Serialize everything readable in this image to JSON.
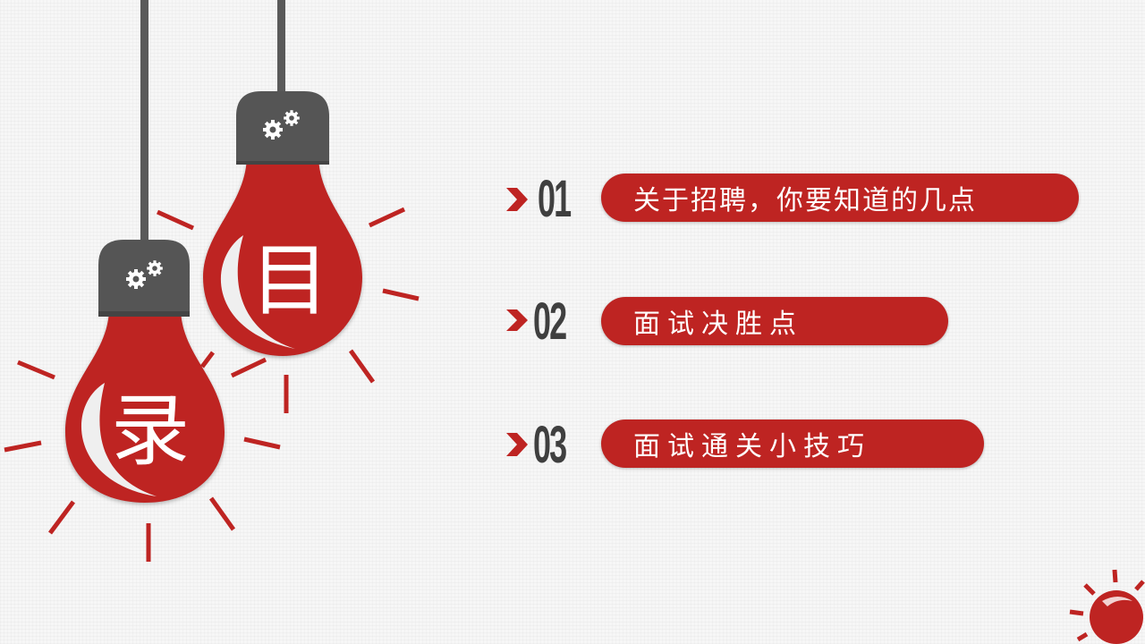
{
  "slide": {
    "title_chars": [
      "目",
      "录"
    ],
    "colors": {
      "accent": "#be2422",
      "dark": "#555555",
      "background": "#f6f6f6"
    },
    "items": [
      {
        "number": "01",
        "label": "关于招聘，你要知道的几点",
        "icon": "chevron-right-icon"
      },
      {
        "number": "02",
        "label": "面试决胜点",
        "icon": "chevron-right-icon"
      },
      {
        "number": "03",
        "label": "面试通关小技巧",
        "icon": "chevron-right-icon"
      }
    ],
    "decorations": [
      "lightbulb-icon",
      "gear-icon",
      "lightbulb-icon",
      "gear-icon",
      "lightbulb-icon"
    ]
  }
}
